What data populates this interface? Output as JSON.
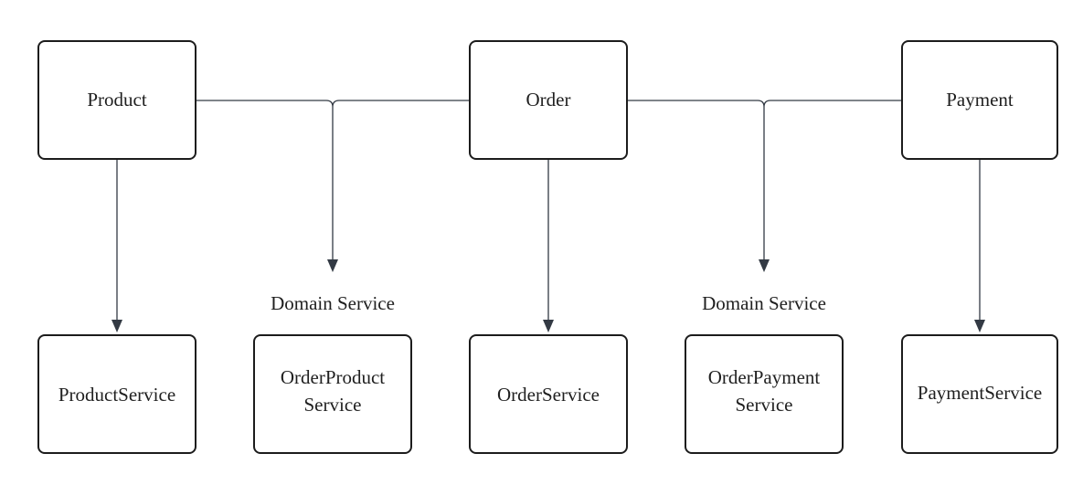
{
  "diagram": {
    "nodes": {
      "product": {
        "label": "Product"
      },
      "order": {
        "label": "Order"
      },
      "payment": {
        "label": "Payment"
      },
      "product_service": {
        "label": "ProductService"
      },
      "order_product_service": {
        "label_line1": "OrderProduct",
        "label_line2": "Service"
      },
      "order_service": {
        "label": "OrderService"
      },
      "order_payment_service": {
        "label_line1": "OrderPayment",
        "label_line2": "Service"
      },
      "payment_service": {
        "label": "PaymentService"
      }
    },
    "annotations": {
      "domain_service_left": "Domain Service",
      "domain_service_right": "Domain Service"
    },
    "edges": [
      {
        "from": "product",
        "to": "product_service"
      },
      {
        "from": [
          "product",
          "order"
        ],
        "to": "order_product_service",
        "via": "domain_service_left"
      },
      {
        "from": "order",
        "to": "order_service"
      },
      {
        "from": [
          "order",
          "payment"
        ],
        "to": "order_payment_service",
        "via": "domain_service_right"
      },
      {
        "from": "payment",
        "to": "payment_service"
      }
    ],
    "colors": {
      "box_stroke": "#1c1c1c",
      "connector": "#333a44",
      "background": "#ffffff"
    }
  }
}
